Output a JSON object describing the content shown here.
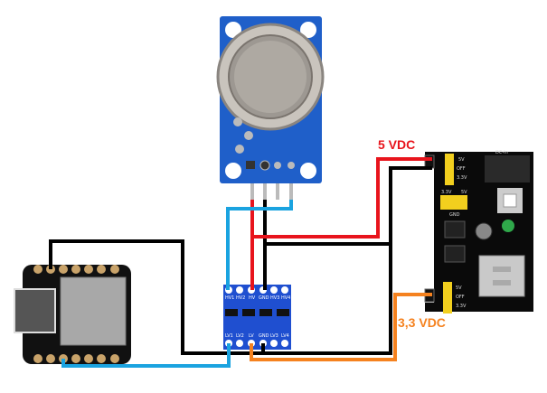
{
  "labels": {
    "supply_5v": "5 VDC",
    "supply_3v3": "3,3 VDC"
  },
  "level_shifter": {
    "hv_pins": [
      "HV1",
      "HV2",
      "HV",
      "GND",
      "HV3",
      "HV4"
    ],
    "lv_pins": [
      "LV1",
      "LV2",
      "LV",
      "GND",
      "LV3",
      "LV4"
    ]
  },
  "power_module": {
    "dc_in": "DC-In",
    "top_jumper": [
      "5V",
      "OFF",
      "3.3V"
    ],
    "bottom_jumper": [
      "5V",
      "OFF",
      "3.3V"
    ],
    "header_labels": [
      "3.3V",
      "5V",
      "GND"
    ]
  },
  "colors": {
    "wire_5v": "#e8141c",
    "wire_gnd": "#000000",
    "wire_signal": "#1aa3e0",
    "wire_3v3": "#f5821f",
    "label_5v": "#e8141c",
    "label_3v3": "#f5821f",
    "sensor_pcb": "#1f5fc9",
    "shifter_pcb": "#1f4fd0",
    "power_pcb": "#0a0a0a",
    "mcu_pcb": "#111111"
  }
}
